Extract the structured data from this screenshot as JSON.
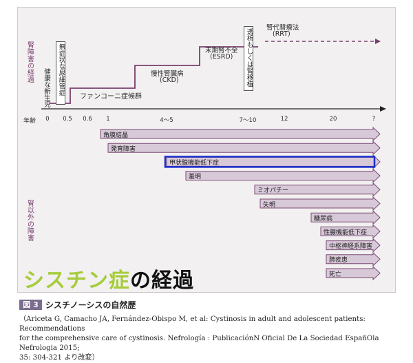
{
  "side_labels": {
    "kidney": "腎障害の経過",
    "extrarenal": "腎以外の障害"
  },
  "axis": {
    "label": "年齢",
    "ticks": [
      "0",
      "0.5",
      "0.6",
      "1",
      "4～5",
      "7～10",
      "12",
      "20",
      "?"
    ]
  },
  "stages": {
    "healthy": "健康な新生児",
    "asymptomatic": "無症状な尿細管症",
    "fanconi": "ファンコーニ症候群",
    "ckd": "慢性腎臓病",
    "ckd_abbr": "(CKD)",
    "esrd": "末期腎不全",
    "esrd_abbr": "(ESRD)",
    "dialysis": "透析もしくは腎移植",
    "rrt": "腎代替療法",
    "rrt_abbr": "(RRT)"
  },
  "bars": [
    {
      "label": "角膜結晶",
      "onset": "0.6"
    },
    {
      "label": "発育障害",
      "onset": "0.6"
    },
    {
      "label": "甲状腺機能低下症",
      "onset": "4～5",
      "highlighted": true
    },
    {
      "label": "羞明",
      "onset": "4～5"
    },
    {
      "label": "ミオパチー",
      "onset": "7～10"
    },
    {
      "label": "失明",
      "onset": "7～10"
    },
    {
      "label": "糖尿病",
      "onset": "12"
    },
    {
      "label": "性腺機能低下症",
      "onset": "12"
    },
    {
      "label": "中枢神経系障害",
      "onset": "20"
    },
    {
      "label": "肺疾患",
      "onset": "20"
    },
    {
      "label": "死亡",
      "onset": "20"
    }
  ],
  "colors": {
    "bar_fill": "#d8c9d8",
    "bar_stroke": "#7a4a74",
    "step_line": "#7a3f6e",
    "highlight": "#1a2fd0",
    "title_green": "#a6cc3a"
  },
  "big_title": {
    "green": "シスチン症",
    "black": "の経過"
  },
  "figure": {
    "tag": "図 3",
    "caption": "シスチノーシスの自然歴",
    "reference_line1": "（Ariceta G, Camacho JA, Fernández-Obispo M, et al: Cystinosis in adult and adolescent patients: Recommendations",
    "reference_line2": "for the comprehensive care of cystinosis. Nefrología : PublicaciónN Oficial De La Sociedad EspañOla Nefrologia 2015;",
    "reference_line3": "35: 304-321 より改変）"
  }
}
